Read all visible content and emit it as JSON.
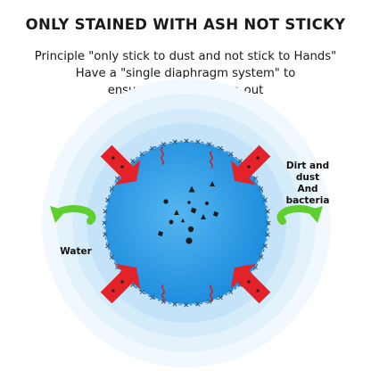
{
  "header": {
    "title": "ONLY STAINED WITH ASH NOT STICKY",
    "description_lines": [
      "Principle \"only stick to dust and not stick to Hands\"",
      "Have a \"single diaphragm system\" to",
      "ensure dust only-in-no-out"
    ]
  },
  "diagram": {
    "labels": {
      "dirt_line1": "Dirt and",
      "dirt_line2": "dust",
      "dirt_line3": "And bacteria",
      "water": "Water"
    },
    "colors": {
      "sphere": "#2f9fe6",
      "halo": "#cfe9fb",
      "arrow_red": "#e3222a",
      "rotate_green": "#5ecf2c",
      "particle": "#1c1c1c"
    },
    "icons": [
      "red-arrow-icon",
      "squiggle-icon",
      "rotate-arrow-icon",
      "dust-particle-icon"
    ]
  }
}
